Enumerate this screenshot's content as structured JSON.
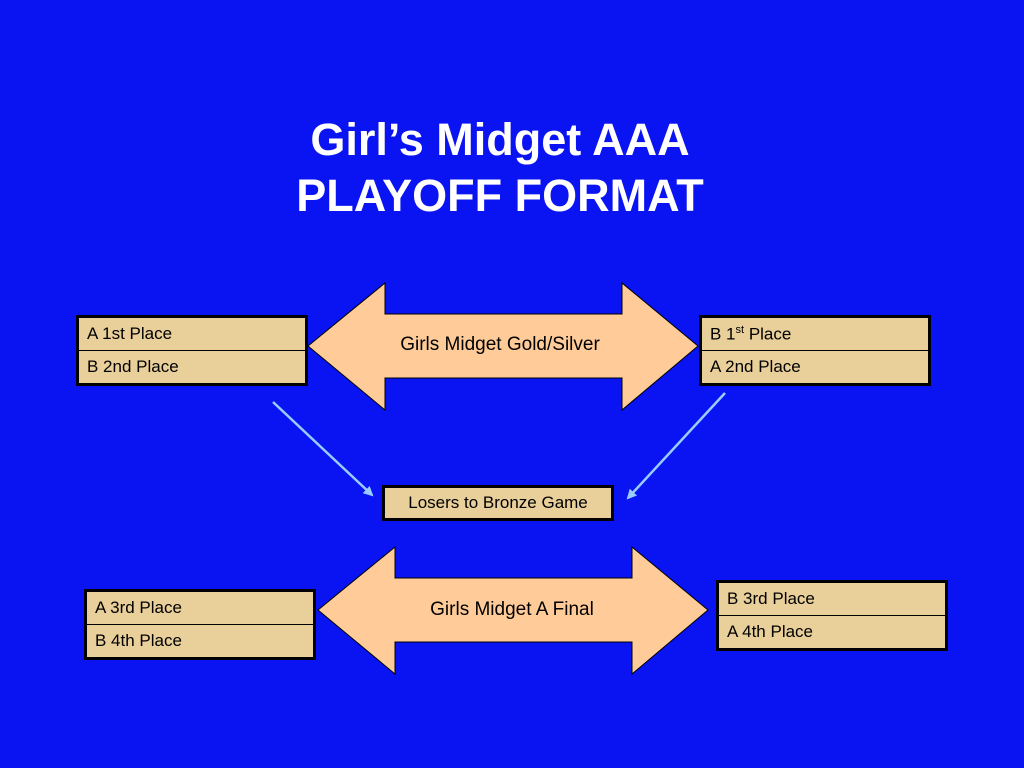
{
  "title": {
    "line1": "Girl’s Midget AAA",
    "line2": "PLAYOFF FORMAT"
  },
  "gold_silver": {
    "label": "Girls Midget Gold/Silver",
    "left": [
      "A 1st Place",
      "B 2nd Place"
    ],
    "right": {
      "top_prefix": "B 1",
      "top_sup": "st",
      "top_suffix": " Place",
      "bottom": "A 2nd Place"
    }
  },
  "bronze": {
    "label": "Losers to Bronze Game"
  },
  "a_final": {
    "label": "Girls Midget A Final",
    "left": [
      "A 3rd Place",
      "B 4th Place"
    ],
    "right": [
      "B 3rd Place",
      "A 4th Place"
    ]
  },
  "colors": {
    "background": "#0a14f2",
    "box_fill": "#e9cf99",
    "arrow_fill": "#ffcc99",
    "connector": "#99ccff"
  }
}
